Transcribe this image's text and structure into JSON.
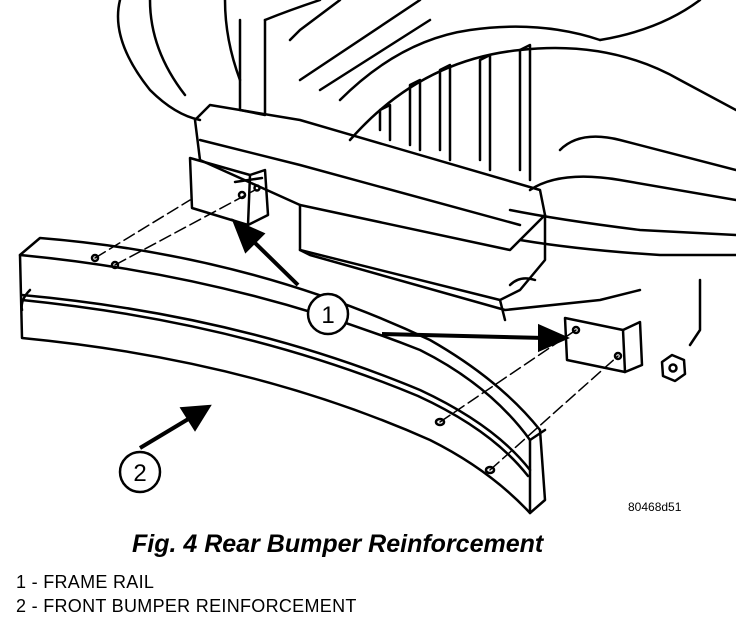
{
  "figure": {
    "code": "80468d51",
    "callouts": [
      {
        "number": "1"
      },
      {
        "number": "2"
      }
    ]
  },
  "caption": "Fig. 4 Rear Bumper Reinforcement",
  "legend": [
    {
      "text": "1 - FRAME RAIL"
    },
    {
      "text": "2 - FRONT BUMPER REINFORCEMENT"
    }
  ]
}
